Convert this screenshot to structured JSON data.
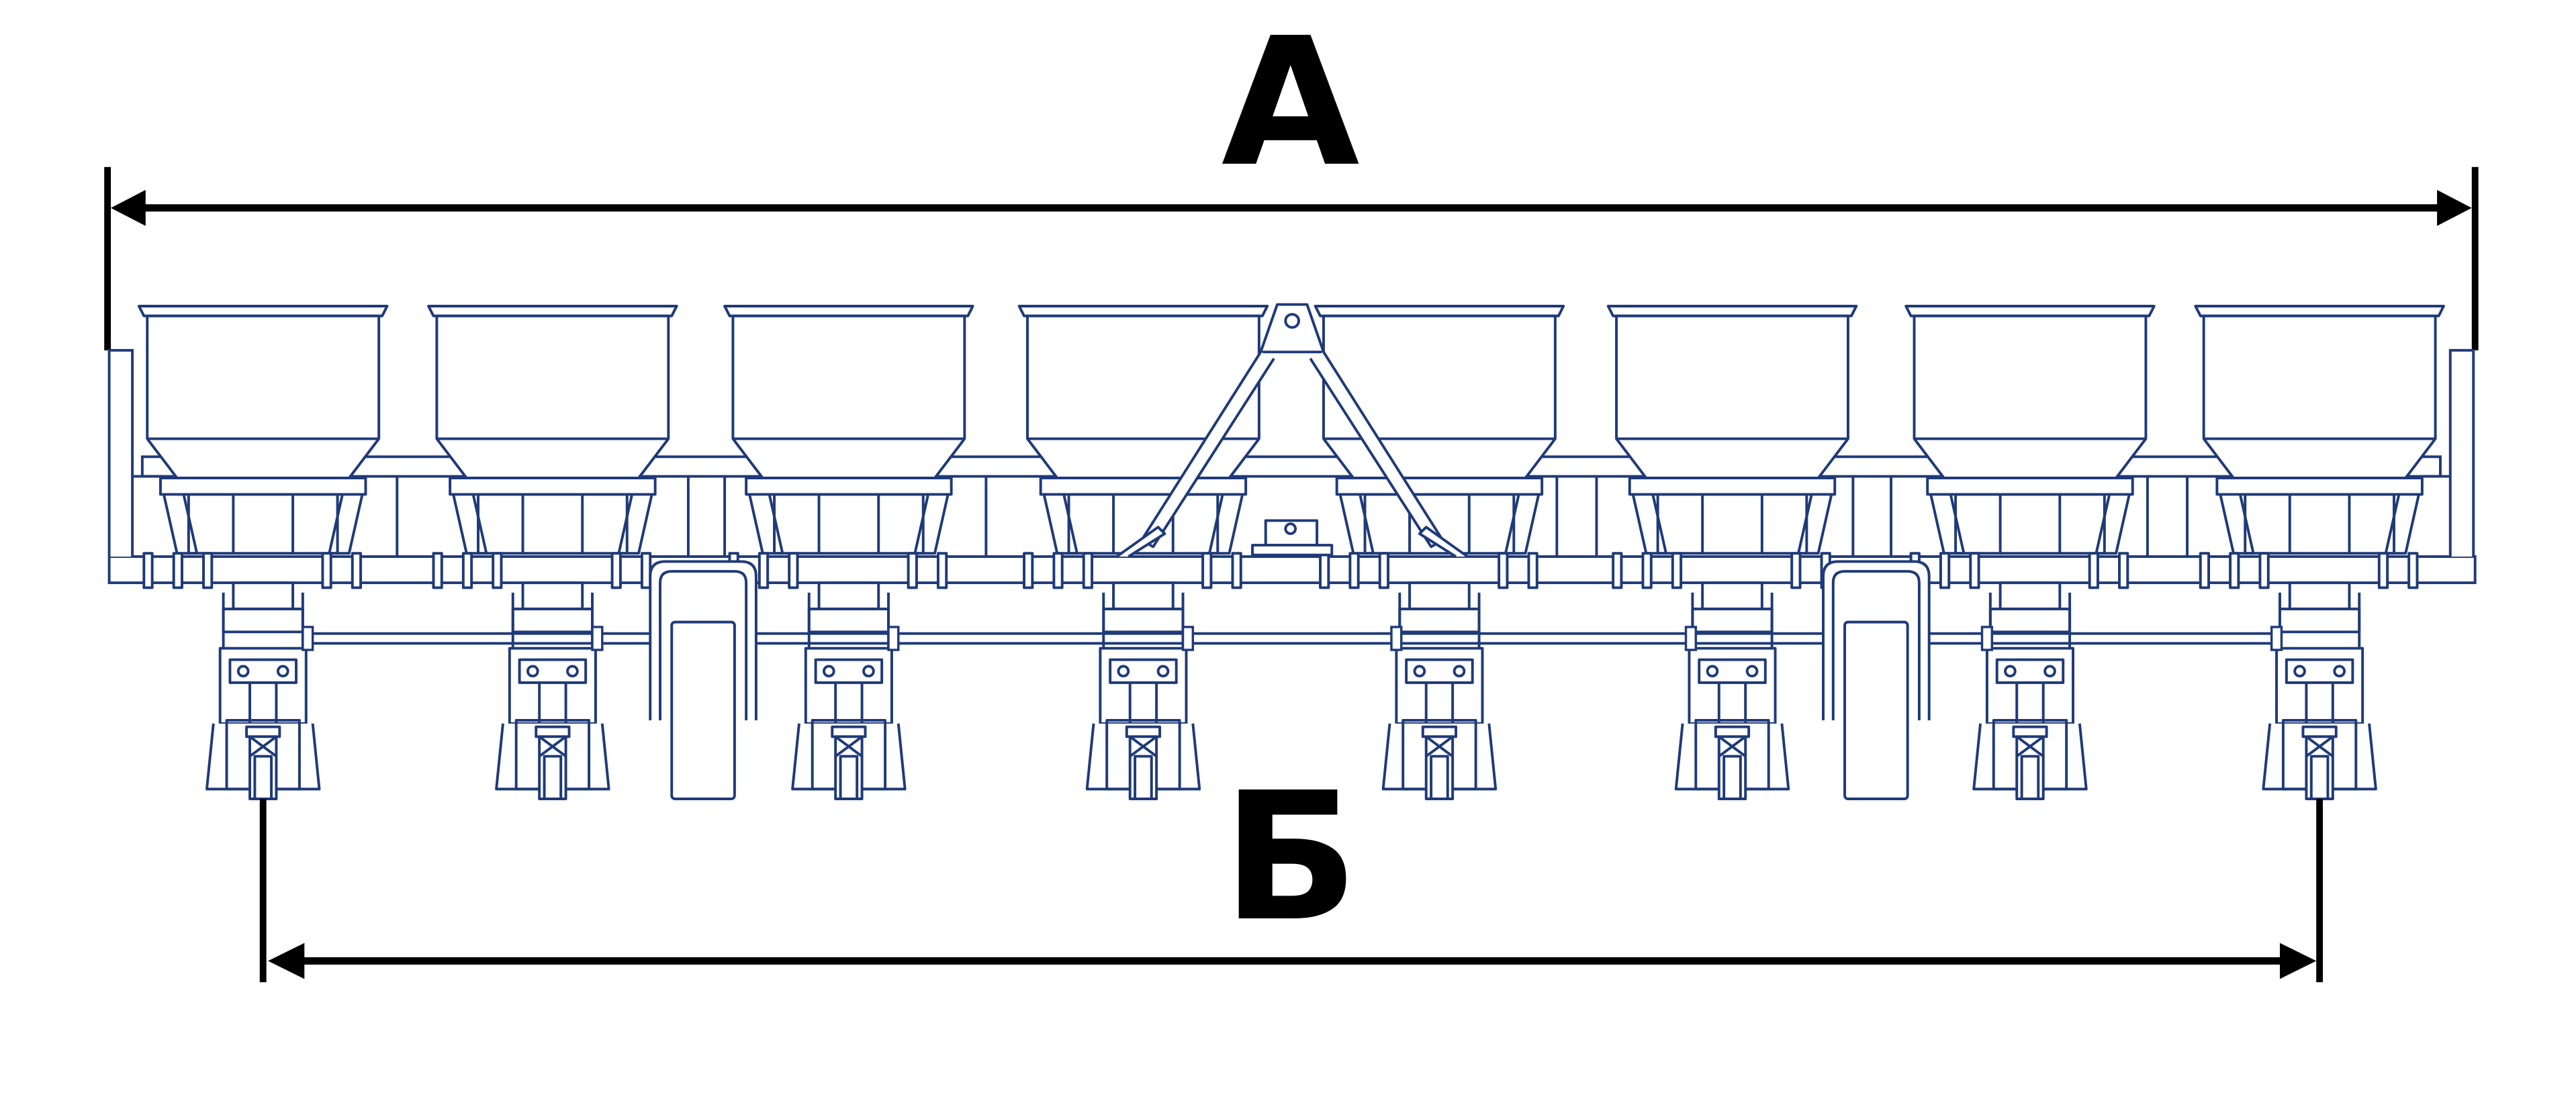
{
  "dimensions": {
    "overall_width_label": "А",
    "row_span_label": "Б"
  },
  "machine": {
    "hopper_count": 8,
    "support_wheel_count": 2,
    "line_color": "#1f3a78",
    "dimension_color": "#000000"
  }
}
